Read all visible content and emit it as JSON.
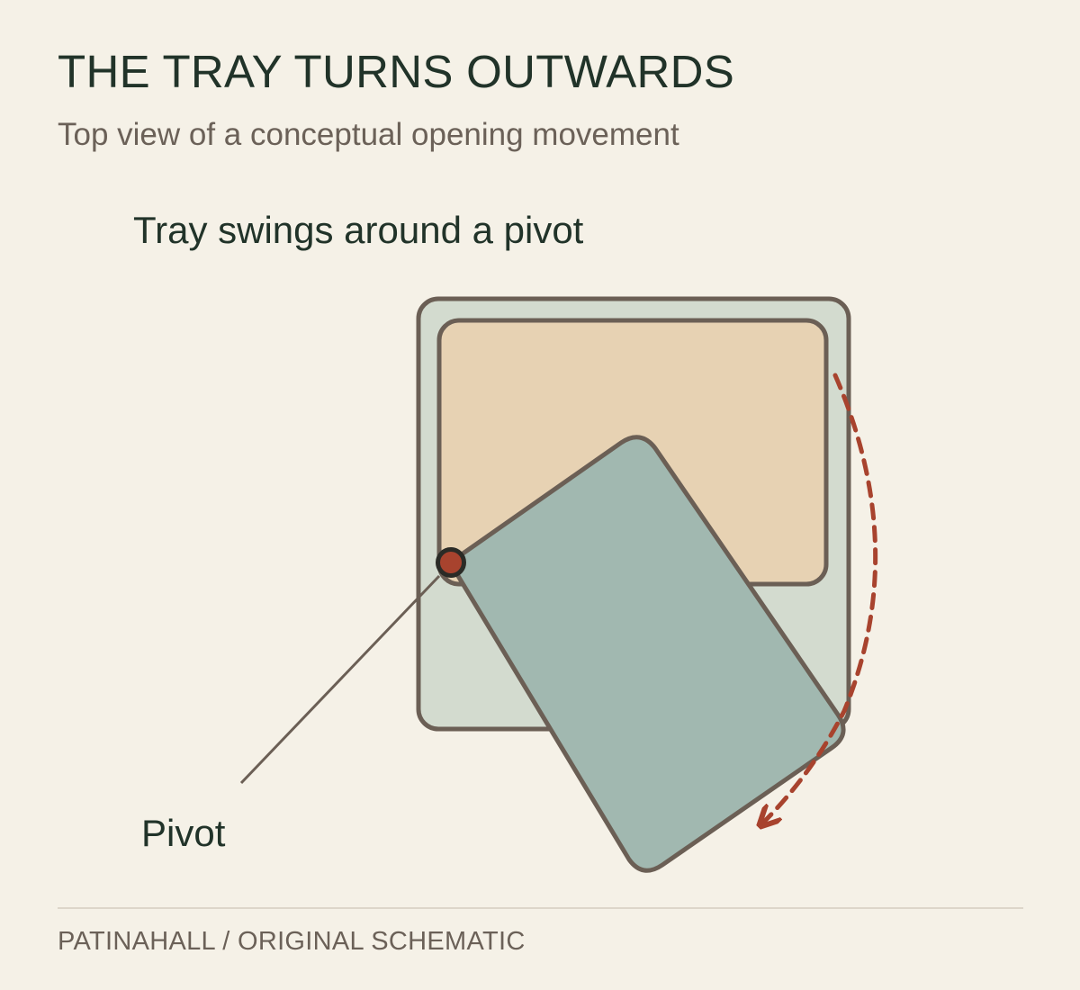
{
  "title": "THE TRAY TURNS OUTWARDS",
  "subtitle": "Top view of a conceptual opening movement",
  "diagram": {
    "heading": "Tray swings around a pivot",
    "pivot_label": "Pivot",
    "colors": {
      "outer_frame": "#d3dbcf",
      "inner_tray": "#e7d2b3",
      "rotated_tray": "#a1b8b0",
      "stroke": "#6b5f55",
      "accent": "#a8432e",
      "pivot_outline": "#2b2b26"
    }
  },
  "footer": "PATINAHALL / ORIGINAL SCHEMATIC"
}
